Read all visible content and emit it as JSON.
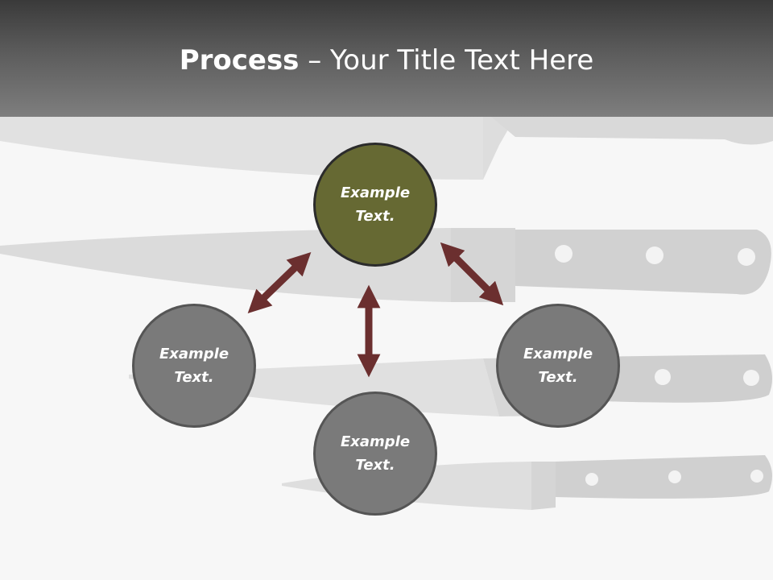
{
  "title": {
    "bold": "Process",
    "rest": " – Your Title Text Here"
  },
  "colors": {
    "center_fill": "#666933",
    "outer_fill": "#7a7a7a",
    "arrow": "#6b2f2f"
  },
  "nodes": {
    "center": "Example Text.",
    "left": "Example Text.",
    "right": "Example Text.",
    "bottom": "Example Text."
  }
}
